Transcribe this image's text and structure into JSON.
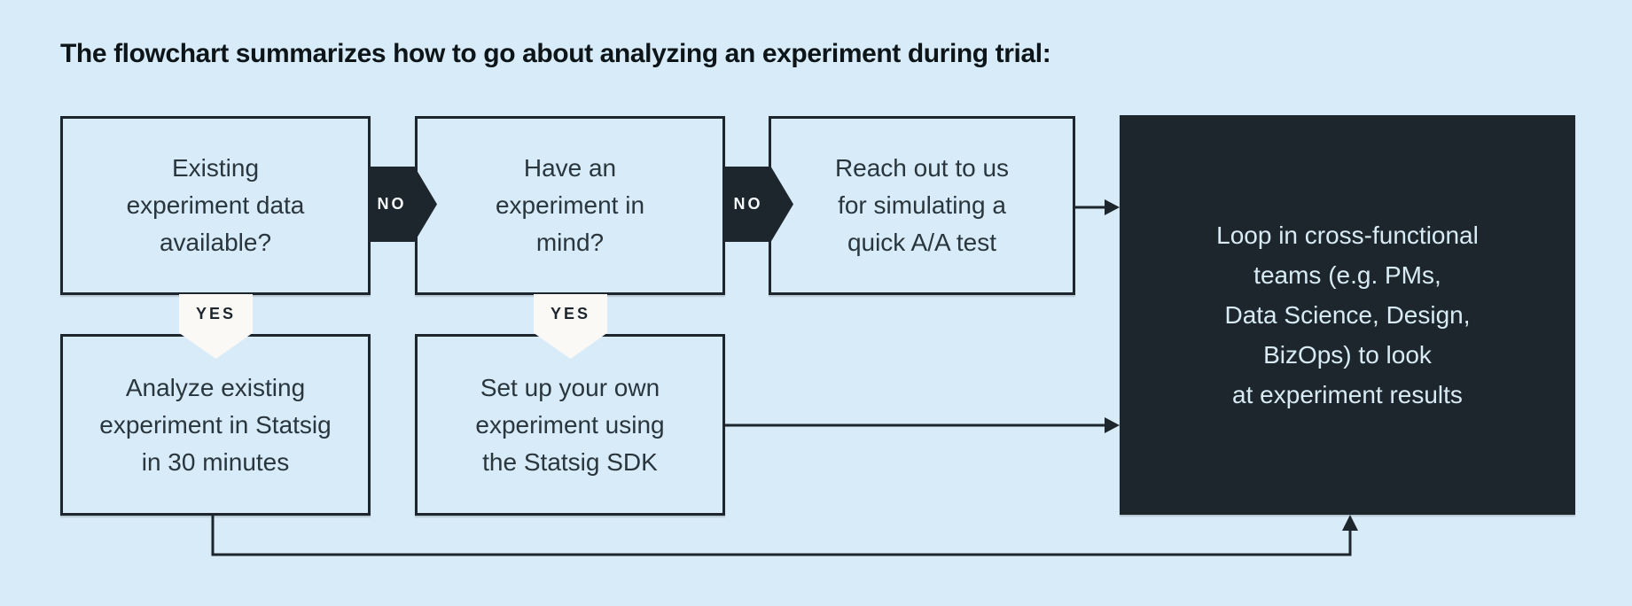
{
  "title": "The flowchart summarizes how to go about analyzing an experiment during trial:",
  "colors": {
    "background": "#d8ebf8",
    "ink": "#1d262c",
    "box_text": "#2a363d",
    "dark_box_fill": "#1d262c",
    "dark_box_text": "#d8ebf5",
    "yes_tag_fill": "#faf9f6",
    "no_tag_fill": "#1d262c"
  },
  "nodes": {
    "existing_data": {
      "text": "Existing\nexperiment data\navailable?"
    },
    "have_experiment": {
      "text": "Have an\nexperiment in\nmind?"
    },
    "reach_out": {
      "text": "Reach out to us\nfor simulating a\nquick A/A test"
    },
    "analyze_existing": {
      "text": "Analyze existing\nexperiment in Statsig\nin 30 minutes"
    },
    "setup_own": {
      "text": "Set up your own\nexperiment using\nthe Statsig SDK"
    },
    "loop_in": {
      "text": "Loop in cross-functional\nteams (e.g. PMs,\nData Science, Design,\nBizOps) to look\nat experiment results"
    }
  },
  "labels": {
    "no_1": "NO",
    "no_2": "NO",
    "yes_1": "YES",
    "yes_2": "YES"
  }
}
